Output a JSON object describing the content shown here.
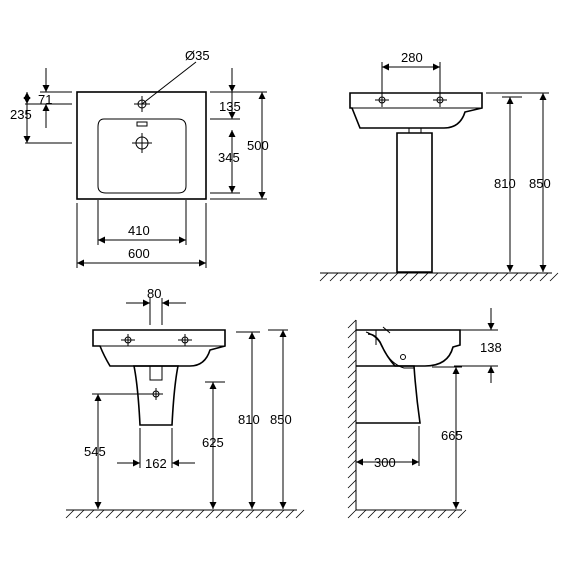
{
  "top_view": {
    "hole_diameter": "Ø35",
    "d71": "71",
    "d235": "235",
    "d135": "135",
    "d345": "345",
    "d500": "500",
    "d410": "410",
    "d600": "600"
  },
  "front_pedestal": {
    "d280": "280",
    "d810": "810",
    "d850": "850"
  },
  "front_wall_hung": {
    "d80": "80",
    "d545": "545",
    "d162": "162",
    "d625": "625",
    "d810": "810",
    "d850": "850"
  },
  "side_view": {
    "d138": "138",
    "d665": "665",
    "d300": "300"
  }
}
